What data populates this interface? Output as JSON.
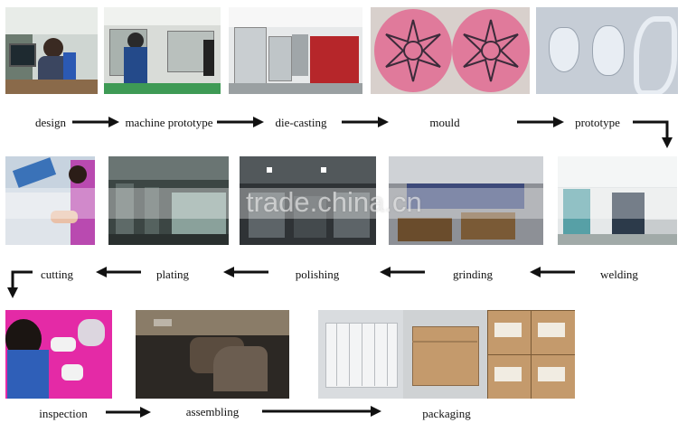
{
  "steps_row1": [
    "design",
    "machine prototype",
    "die-casting",
    "mould",
    "prototype"
  ],
  "steps_row2": [
    "cutting",
    "plating",
    "polishing",
    "grinding",
    "welding"
  ],
  "steps_row3": [
    "inspection",
    "assembling",
    "packaging"
  ],
  "watermark": "trade.china.cn",
  "colors": {
    "arrow": "#111111",
    "mould_pink": "#e07a9b",
    "glove_magenta": "#e42aa6",
    "box_kraft": "#c49a6c"
  }
}
